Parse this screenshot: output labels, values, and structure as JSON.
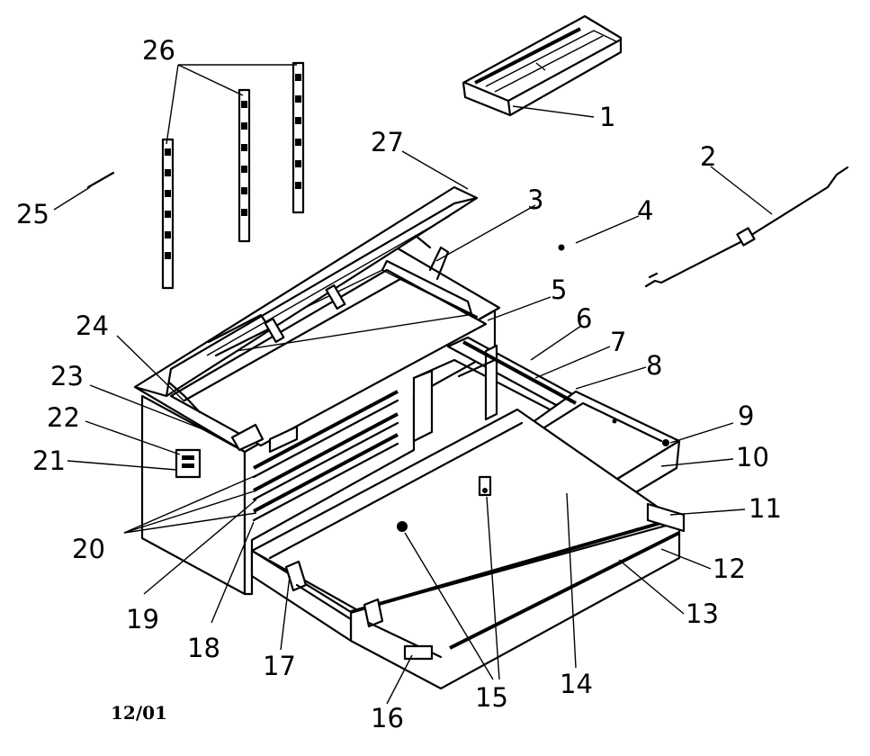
{
  "diagram": {
    "date_code": "12/01",
    "callouts": [
      "1",
      "2",
      "3",
      "4",
      "5",
      "6",
      "7",
      "8",
      "9",
      "10",
      "11",
      "12",
      "13",
      "14",
      "15",
      "16",
      "17",
      "18",
      "19",
      "20",
      "21",
      "22",
      "23",
      "24",
      "25",
      "26",
      "27"
    ]
  }
}
